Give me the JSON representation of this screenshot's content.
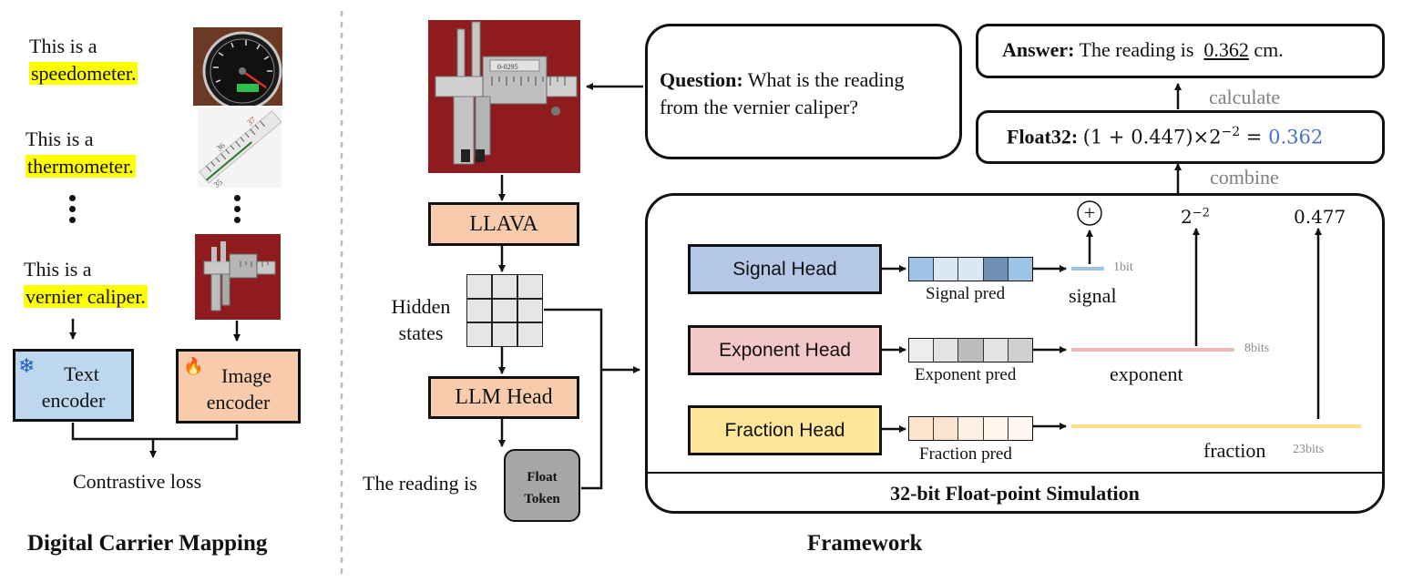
{
  "left_panel": {
    "items": [
      {
        "prefix": "This is a",
        "highlight": "speedometer."
      },
      {
        "prefix": "This is a",
        "highlight": "thermometer."
      },
      {
        "prefix": "This is a",
        "highlight": "vernier caliper."
      }
    ],
    "text_encoder": {
      "line1": "Text",
      "line2": "encoder"
    },
    "image_encoder": {
      "line1": "Image",
      "line2": "encoder"
    },
    "loss_label": "Contrastive loss",
    "section_title": "Digital Carrier Mapping"
  },
  "framework": {
    "llava_label": "LLAVA",
    "hidden_states": {
      "line1": "Hidden",
      "line2": "states"
    },
    "llm_head_label": "LLM Head",
    "reading_prefix": "The reading is",
    "float_token": {
      "line1": "Float",
      "line2": "Token"
    },
    "question": {
      "label": "Question:",
      "line1": "What is the reading",
      "line2": "from the vernier caliper?"
    },
    "answer": {
      "label": "Answer:",
      "text": "The reading is",
      "value": "0.362",
      "unit": "cm."
    },
    "calculate_label": "calculate",
    "float32": {
      "label": "Float32:",
      "expr_a": "(1 + 0.447)×2",
      "exponent": "−2",
      "equals": " = ",
      "result": "0.362"
    },
    "combine_label": "combine",
    "simulation": {
      "title": "32-bit Float-point Simulation",
      "plus_symbol": "+",
      "exp_value": {
        "base": "2",
        "power": "−2"
      },
      "frac_value": "0.477",
      "heads": [
        {
          "label": "Signal Head",
          "pred_label": "Signal pred",
          "bits": "1bit",
          "out_label": "signal"
        },
        {
          "label": "Exponent Head",
          "pred_label": "Exponent pred",
          "bits": "8bits",
          "out_label": "exponent"
        },
        {
          "label": "Fraction Head",
          "pred_label": "Fraction pred",
          "bits": "23bits",
          "out_label": "fraction"
        }
      ]
    },
    "section_title": "Framework"
  },
  "colors": {
    "highlight": "#ffff00",
    "text_encoder_bg": "#bdd7ee",
    "image_encoder_bg": "#f8cbad",
    "llava_bg": "#f8cbad",
    "signal_head_bg": "#b4c7e7",
    "exponent_head_bg": "#f4c7c9",
    "fraction_head_bg": "#ffe699",
    "float_token_bg": "#a6a6a6",
    "result_blue": "#4472c4",
    "signal_line": "#9dc3e6",
    "exponent_line": "#f4b6b8",
    "fraction_line": "#ffe08a",
    "gray_text": "#7f7f7f"
  }
}
